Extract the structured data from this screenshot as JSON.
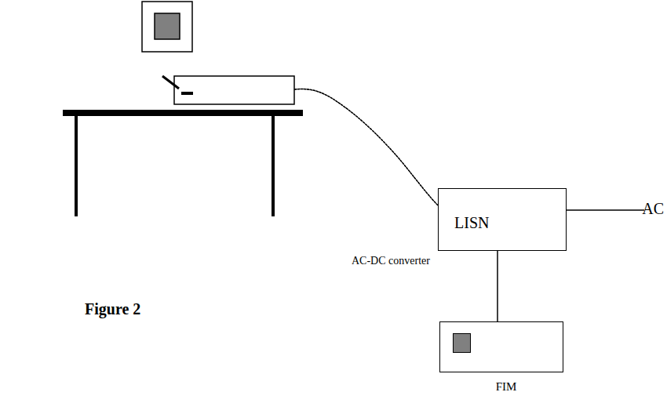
{
  "diagram": {
    "nodes": [
      {
        "text": [
          "LISN"
        ]
      },
      {
        "text": [
          "FIM"
        ]
      }
    ],
    "edges": [
      {
        "from": 0,
        "to": 1,
        "arrow": "none"
      }
    ],
    "labels": [
      "AC-DC converter",
      "AC",
      "Figure 2"
    ]
  }
}
